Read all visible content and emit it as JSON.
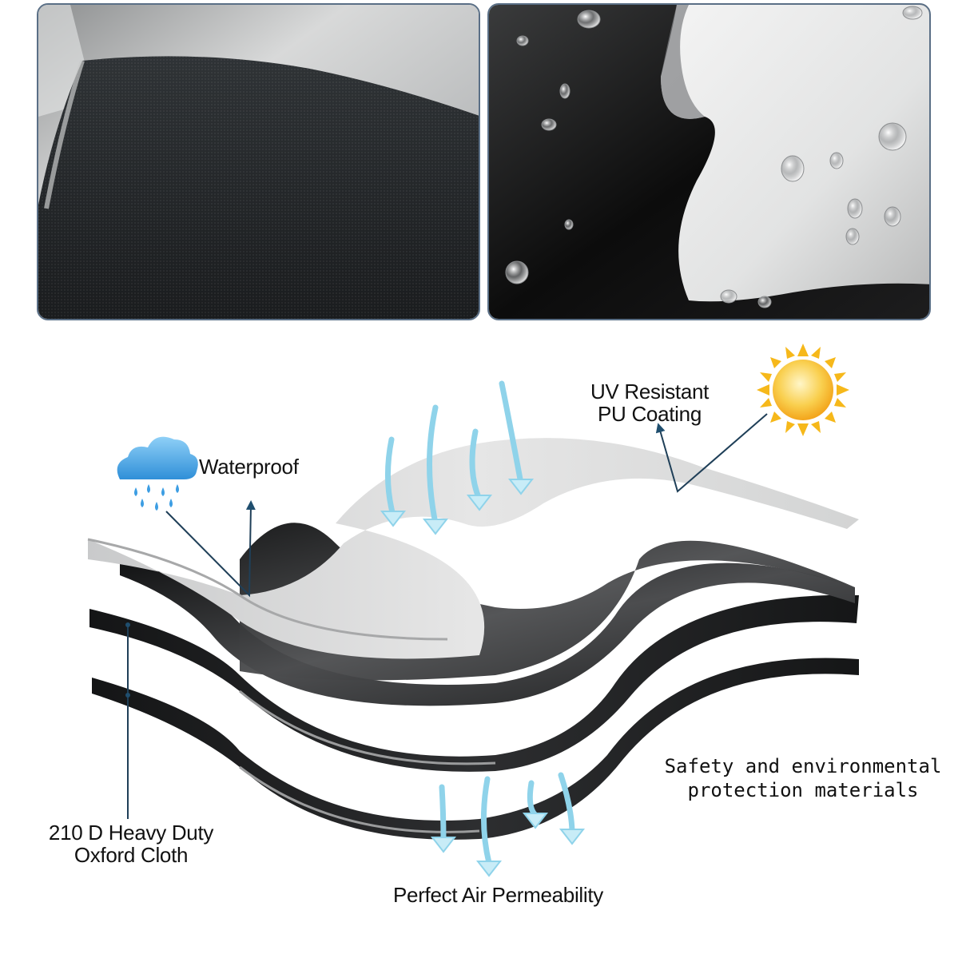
{
  "labels": {
    "waterproof": "Waterproof",
    "uv_line1": "UV Resistant",
    "uv_line2": "PU Coating",
    "oxford_line1": "210 D Heavy Duty",
    "oxford_line2": "Oxford Cloth",
    "air": "Perfect Air Permeability",
    "safety_line1": "Safety and environmental",
    "safety_line2": "protection materials"
  },
  "icons": [
    "rain-cloud-icon",
    "sun-icon",
    "air-arrow-icon"
  ],
  "colors": {
    "frame_border": "#5a6f86",
    "fabric_dark": "#1c1d1f",
    "coating_silver": "#cfd0d0",
    "arrow_blue": "#8fd3ea",
    "sun_yellow": "#f6b81a",
    "cloud_blue": "#3d9ee3"
  }
}
